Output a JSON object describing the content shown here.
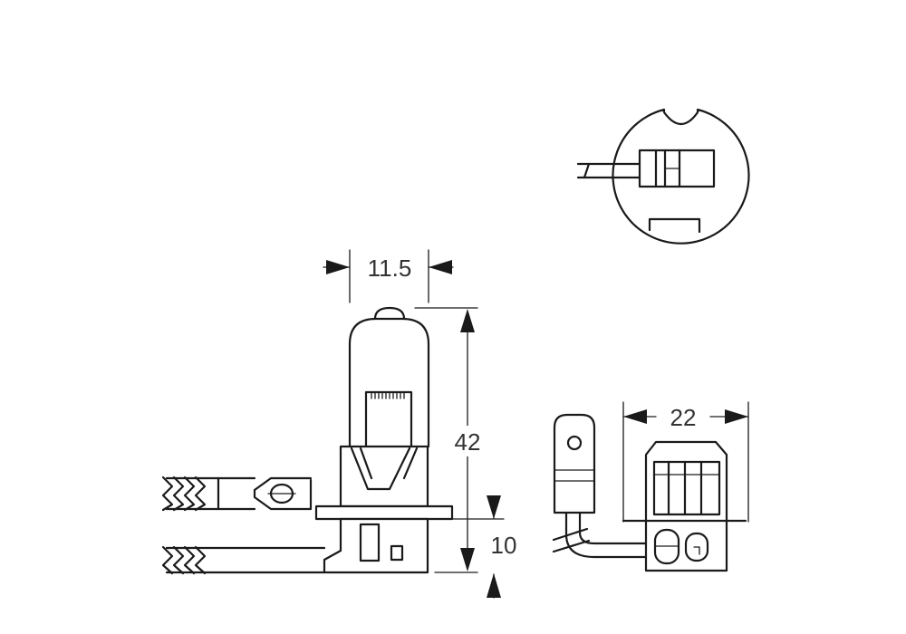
{
  "diagram": {
    "dimensions": {
      "width_top": "11.5",
      "height_total": "42",
      "base_height": "10",
      "side_width": "22"
    }
  }
}
